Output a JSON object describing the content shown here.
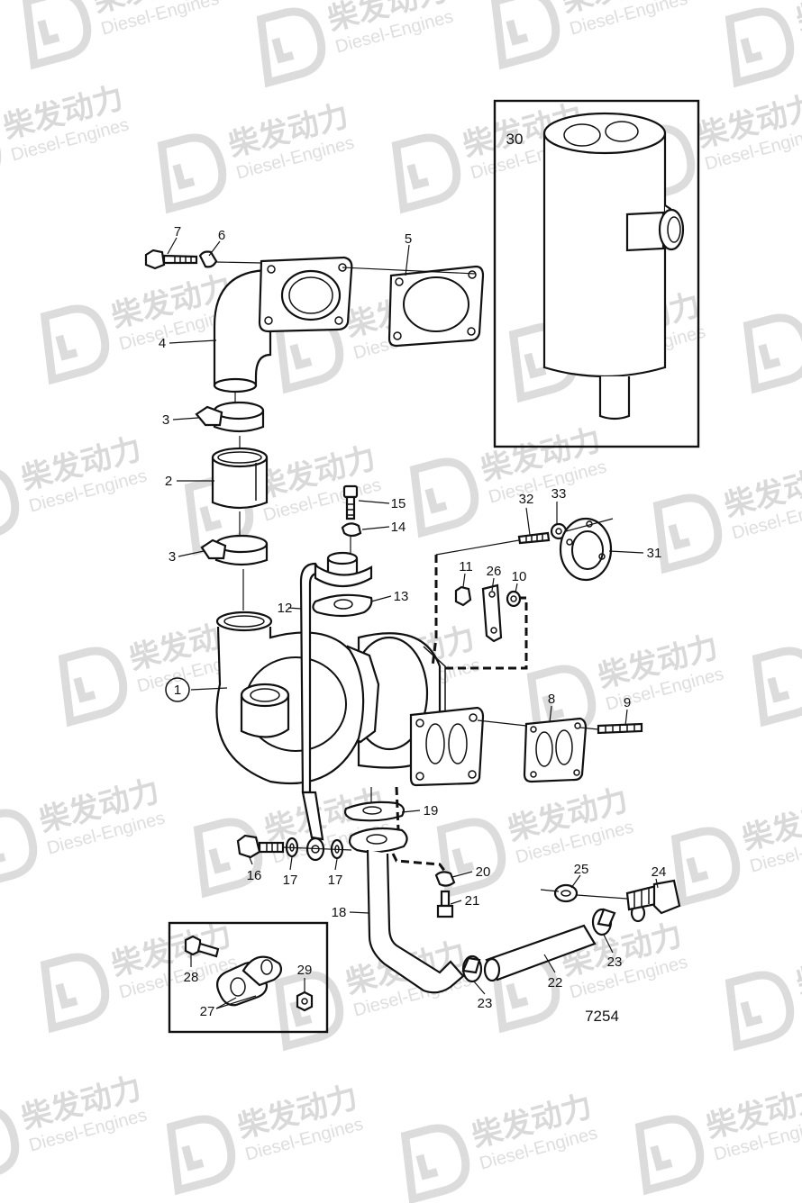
{
  "watermark": {
    "chinese": "柴发动力",
    "english": "Diesel-Engines"
  },
  "drawing_number": "7254",
  "callouts": [
    {
      "id": "c7",
      "text": "7"
    },
    {
      "id": "c6",
      "text": "6"
    },
    {
      "id": "c5",
      "text": "5"
    },
    {
      "id": "c4",
      "text": "4"
    },
    {
      "id": "c3a",
      "text": "3"
    },
    {
      "id": "c2",
      "text": "2"
    },
    {
      "id": "c3b",
      "text": "3"
    },
    {
      "id": "c30",
      "text": "30"
    },
    {
      "id": "c15",
      "text": "15"
    },
    {
      "id": "c14",
      "text": "14"
    },
    {
      "id": "c32",
      "text": "32"
    },
    {
      "id": "c33",
      "text": "33"
    },
    {
      "id": "c31",
      "text": "31"
    },
    {
      "id": "c11",
      "text": "11"
    },
    {
      "id": "c26",
      "text": "26"
    },
    {
      "id": "c10",
      "text": "10"
    },
    {
      "id": "c12",
      "text": "12"
    },
    {
      "id": "c13",
      "text": "13"
    },
    {
      "id": "c1",
      "text": "1"
    },
    {
      "id": "c8",
      "text": "8"
    },
    {
      "id": "c9",
      "text": "9"
    },
    {
      "id": "c19",
      "text": "19"
    },
    {
      "id": "c16",
      "text": "16"
    },
    {
      "id": "c17a",
      "text": "17"
    },
    {
      "id": "c17b",
      "text": "17"
    },
    {
      "id": "c20",
      "text": "20"
    },
    {
      "id": "c25",
      "text": "25"
    },
    {
      "id": "c24",
      "text": "24"
    },
    {
      "id": "c21",
      "text": "21"
    },
    {
      "id": "c18",
      "text": "18"
    },
    {
      "id": "c23a",
      "text": "23"
    },
    {
      "id": "c22",
      "text": "22"
    },
    {
      "id": "c23b",
      "text": "23"
    },
    {
      "id": "c28",
      "text": "28"
    },
    {
      "id": "c29",
      "text": "29"
    },
    {
      "id": "c27",
      "text": "27"
    }
  ]
}
